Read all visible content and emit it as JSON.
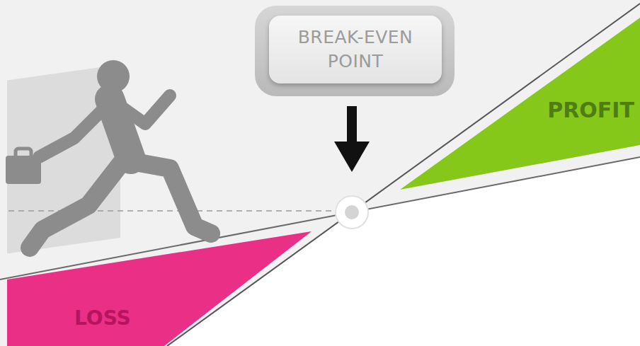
{
  "diagram": {
    "nodes": [
      {
        "text": [
          "BREAK-EVEN POINT"
        ]
      },
      {
        "text": [
          "PROFIT"
        ]
      },
      {
        "text": [
          "LOSS"
        ]
      }
    ]
  }
}
